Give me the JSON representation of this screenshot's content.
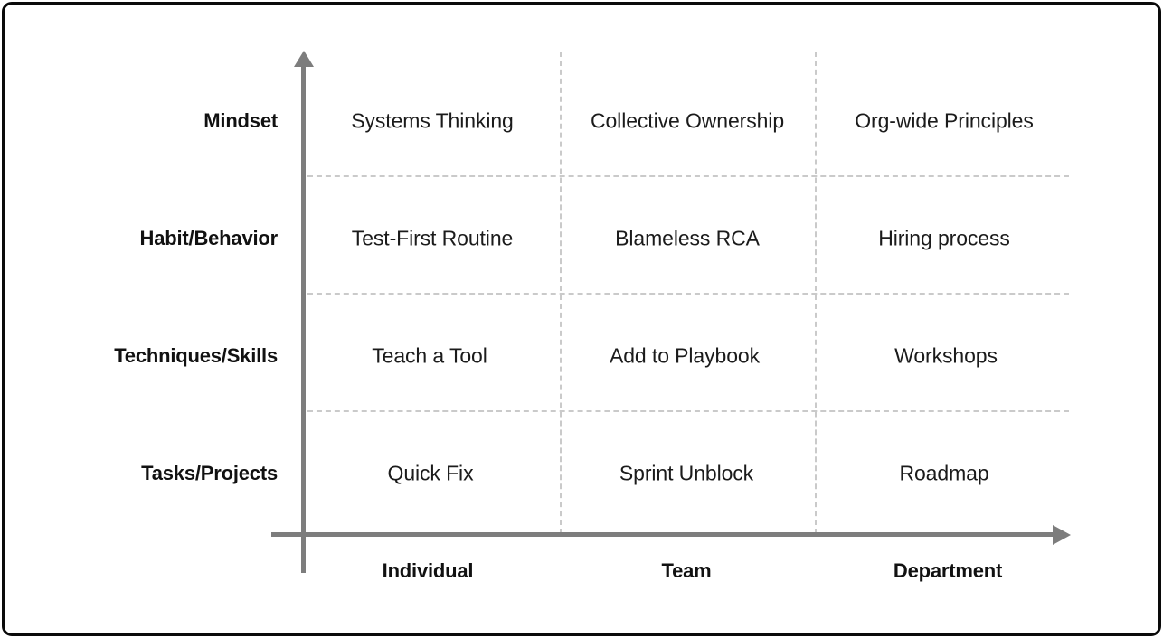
{
  "diagram": {
    "type": "matrix-2x2-grid",
    "frame_color": "#0a0a0a",
    "axis_color": "#7d7d7d",
    "grid_color": "#cacaca",
    "text_color": "#111111",
    "background": "#ffffff",
    "y_axis": {
      "name": "y-axis",
      "direction": "up",
      "labels": [
        {
          "label": "Mindset"
        },
        {
          "label": "Habit/Behavior"
        },
        {
          "label": "Techniques/Skills"
        },
        {
          "label": "Tasks/Projects"
        }
      ]
    },
    "x_axis": {
      "name": "x-axis",
      "direction": "right",
      "labels": [
        {
          "label": "Individual"
        },
        {
          "label": "Team"
        },
        {
          "label": "Department"
        }
      ]
    },
    "cells": [
      {
        "row": "Mindset",
        "col": "Individual",
        "text": "Systems Thinking"
      },
      {
        "row": "Mindset",
        "col": "Team",
        "text": "Collective Ownership"
      },
      {
        "row": "Mindset",
        "col": "Department",
        "text": "Org-wide Principles"
      },
      {
        "row": "Habit/Behavior",
        "col": "Individual",
        "text": "Test-First Routine"
      },
      {
        "row": "Habit/Behavior",
        "col": "Team",
        "text": "Blameless RCA"
      },
      {
        "row": "Habit/Behavior",
        "col": "Department",
        "text": "Hiring process"
      },
      {
        "row": "Techniques/Skills",
        "col": "Individual",
        "text": "Teach a Tool"
      },
      {
        "row": "Techniques/Skills",
        "col": "Team",
        "text": "Add to Playbook"
      },
      {
        "row": "Techniques/Skills",
        "col": "Department",
        "text": "Workshops"
      },
      {
        "row": "Tasks/Projects",
        "col": "Individual",
        "text": "Quick Fix"
      },
      {
        "row": "Tasks/Projects",
        "col": "Team",
        "text": "Sprint Unblock"
      },
      {
        "row": "Tasks/Projects",
        "col": "Department",
        "text": "Roadmap"
      }
    ]
  }
}
